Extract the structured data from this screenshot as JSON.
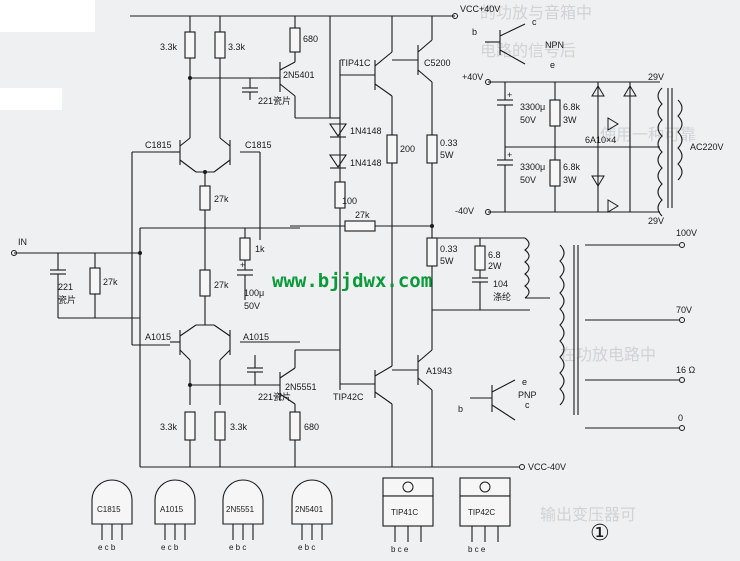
{
  "supply": {
    "vcc_pos": "VCC+40V",
    "vcc_neg": "VCC-40V",
    "pos40": "+40V",
    "neg40": "-40V"
  },
  "resistors": {
    "r1": "3.3k",
    "r2": "3.3k",
    "r3": "680",
    "r4": "27k",
    "r5": "1k",
    "r6": "27k",
    "r7": "27k",
    "r8": "3.3k",
    "r9": "3.3k",
    "r10": "680",
    "r11": "200",
    "r12": "100",
    "r13": "27k",
    "r14": "6.8k",
    "r14w": "3W",
    "r15": "6.8k",
    "r15w": "3W",
    "r16": "0.33",
    "r16w": "5W",
    "r17": "0.33",
    "r17w": "5W",
    "r18": "6.8",
    "r18w": "2W"
  },
  "caps": {
    "c1": "221瓷片",
    "c2": "221",
    "c2b": "瓷片",
    "c3": "100μ",
    "c3v": "50V",
    "c4": "221瓷片",
    "c5": "3300μ",
    "c5v": "50V",
    "c6": "3300μ",
    "c6v": "50V",
    "c7": "104",
    "c7b": "涤纶"
  },
  "transistors": {
    "q1": "C1815",
    "q2": "C1815",
    "q3": "2N5401",
    "q4": "TIP41C",
    "q5": "C5200",
    "q6": "A1015",
    "q7": "A1015",
    "q8": "2N5551",
    "q9": "TIP42C",
    "q10": "A1943"
  },
  "diodes": {
    "d1": "1N4148",
    "d2": "1N4148",
    "bridge": "6A10×4"
  },
  "transformer": {
    "primary": "AC220V",
    "sec_top": "29V",
    "sec_bot": "29V"
  },
  "output_xfmr": {
    "t100": "100V",
    "t70": "70V",
    "t16": "16 Ω",
    "t0": "0"
  },
  "input": "IN",
  "legend": {
    "npn": "NPN",
    "pnp": "PNP",
    "npn_pins": [
      "b",
      "c",
      "e"
    ],
    "pnp_pins": [
      "b",
      "e",
      "c"
    ]
  },
  "packages": [
    {
      "name": "C1815",
      "pins": "e c b"
    },
    {
      "name": "A1015",
      "pins": "e c b"
    },
    {
      "name": "2N5551",
      "pins": "e b c"
    },
    {
      "name": "2N5401",
      "pins": "e b c"
    },
    {
      "name": "TIP41C",
      "pins": "b c e"
    },
    {
      "name": "TIP42C",
      "pins": "b c e"
    }
  ],
  "watermark": "www.bjjdwx.com",
  "fig_number": "①",
  "ghost_text": [
    "的功放与音箱中",
    "电路的信号后",
    "使用一种可靠",
    "在功放电路中",
    "输出变压器可"
  ]
}
